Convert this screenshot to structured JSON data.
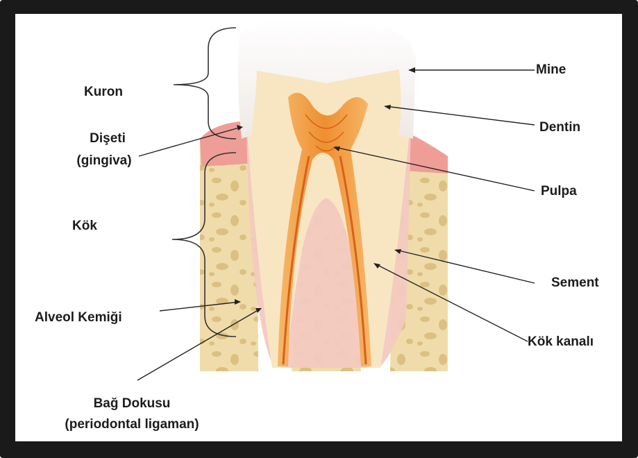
{
  "labels": {
    "kuron": "Kuron",
    "diseti": "Dişeti",
    "gingiva": "(gingiva)",
    "kok": "Kök",
    "alveol": "Alveol Kemiği",
    "bag_dokusu": "Bağ Dokusu",
    "periodontal": "(periodontal ligaman)",
    "mine": "Mine",
    "dentin": "Dentin",
    "pulpa": "Pulpa",
    "sement": "Sement",
    "kok_kanali": "Kök kanalı"
  },
  "colors": {
    "frame": "#1a1a1a",
    "bone": "#f0dcaa",
    "bone_pores": "#d9bd7e",
    "gum": "#ee9e96",
    "enamel": "#f7f4f3",
    "dentin": "#f8e6c2",
    "cementum": "#f3c9c0",
    "pulp": "#ef9a3a",
    "canal": "#d8601a"
  }
}
